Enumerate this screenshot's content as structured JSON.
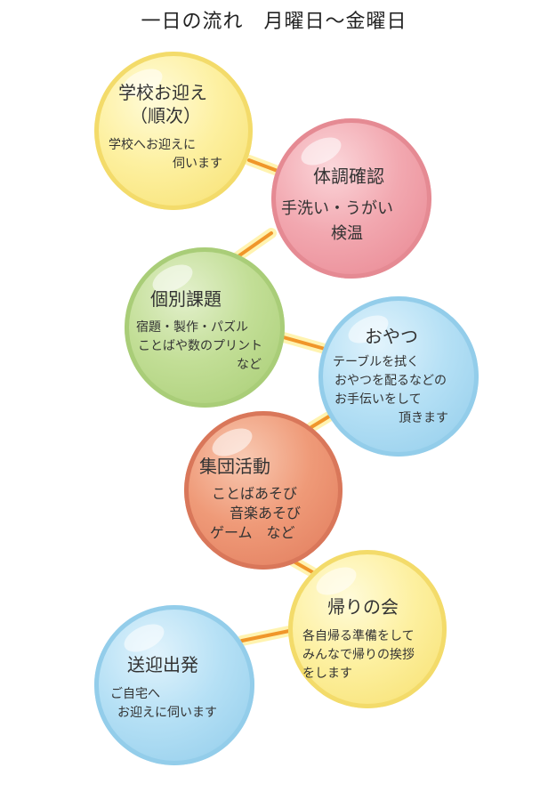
{
  "title": "一日の流れ　月曜日～金曜日",
  "colors": {
    "yellow": "#fbea8a",
    "pink": "#ef9aa4",
    "green": "#b9d98b",
    "blue": "#a9d9f2",
    "orange": "#ea8e6b",
    "connector": "#f0962a"
  },
  "steps": [
    {
      "heading": "学校お迎え",
      "heading2": "（順次）",
      "line1": "学校へお迎えに",
      "line2": "伺います"
    },
    {
      "heading": "体調確認",
      "line1": "手洗い・うがい",
      "line2": "検温"
    },
    {
      "heading": "個別課題",
      "line1": "宿題・製作・パズル",
      "line2": "ことばや数のプリント",
      "line3": "など"
    },
    {
      "heading": "おやつ",
      "line1": "テーブルを拭く",
      "line2": "おやつを配るなどの",
      "line3": "お手伝いをして",
      "line4": "頂きます"
    },
    {
      "heading": "集団活動",
      "line1": "ことばあそび",
      "line2": "音楽あそび",
      "line3": "ゲーム　など"
    },
    {
      "heading": "帰りの会",
      "line1": "各自帰る準備をして",
      "line2": "みんなで帰りの挨拶",
      "line3": "をします"
    },
    {
      "heading": "送迎出発",
      "line1": "ご自宅へ",
      "line2": "お迎えに伺います"
    }
  ]
}
